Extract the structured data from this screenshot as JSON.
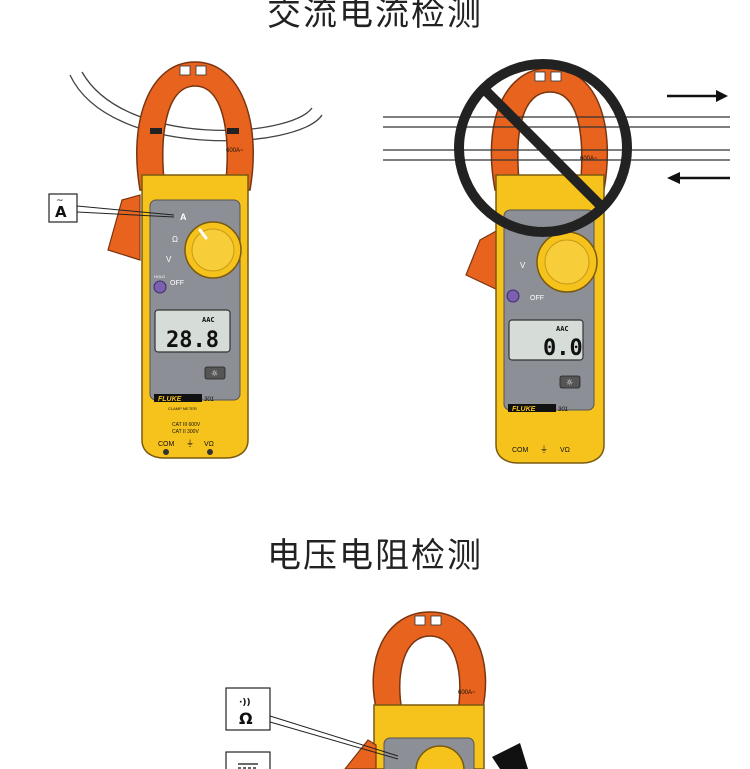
{
  "sections": [
    {
      "title": "交流电流检测"
    },
    {
      "title": "电压电阻检测"
    }
  ],
  "meters": {
    "left": {
      "display_value": "28.8",
      "unit": "AAC",
      "brand": "FLUKE",
      "model": "301",
      "subtitle": "CLAMP METER",
      "jaw_range": "600A~",
      "cat_top": "CAT III 600V",
      "cat_bottom": "CAT II 300V",
      "com": "COM",
      "vohm": "VΩ",
      "off": "OFF",
      "hold": "HOLD"
    },
    "right": {
      "display_value": "0.0",
      "unit": "AAC",
      "brand": "FLUKE",
      "model": "301",
      "jaw_range": "600A~",
      "com": "COM",
      "vohm": "VΩ",
      "off": "OFF"
    },
    "bottom": {
      "jaw_range": "600A~"
    }
  },
  "callouts": {
    "current": "A",
    "continuity": "Ω",
    "voltage": "V"
  },
  "colors": {
    "orange": "#e8641e",
    "yellow": "#f6c21c",
    "gray": "#8c8f96",
    "lcd": "#d6ddd8"
  }
}
